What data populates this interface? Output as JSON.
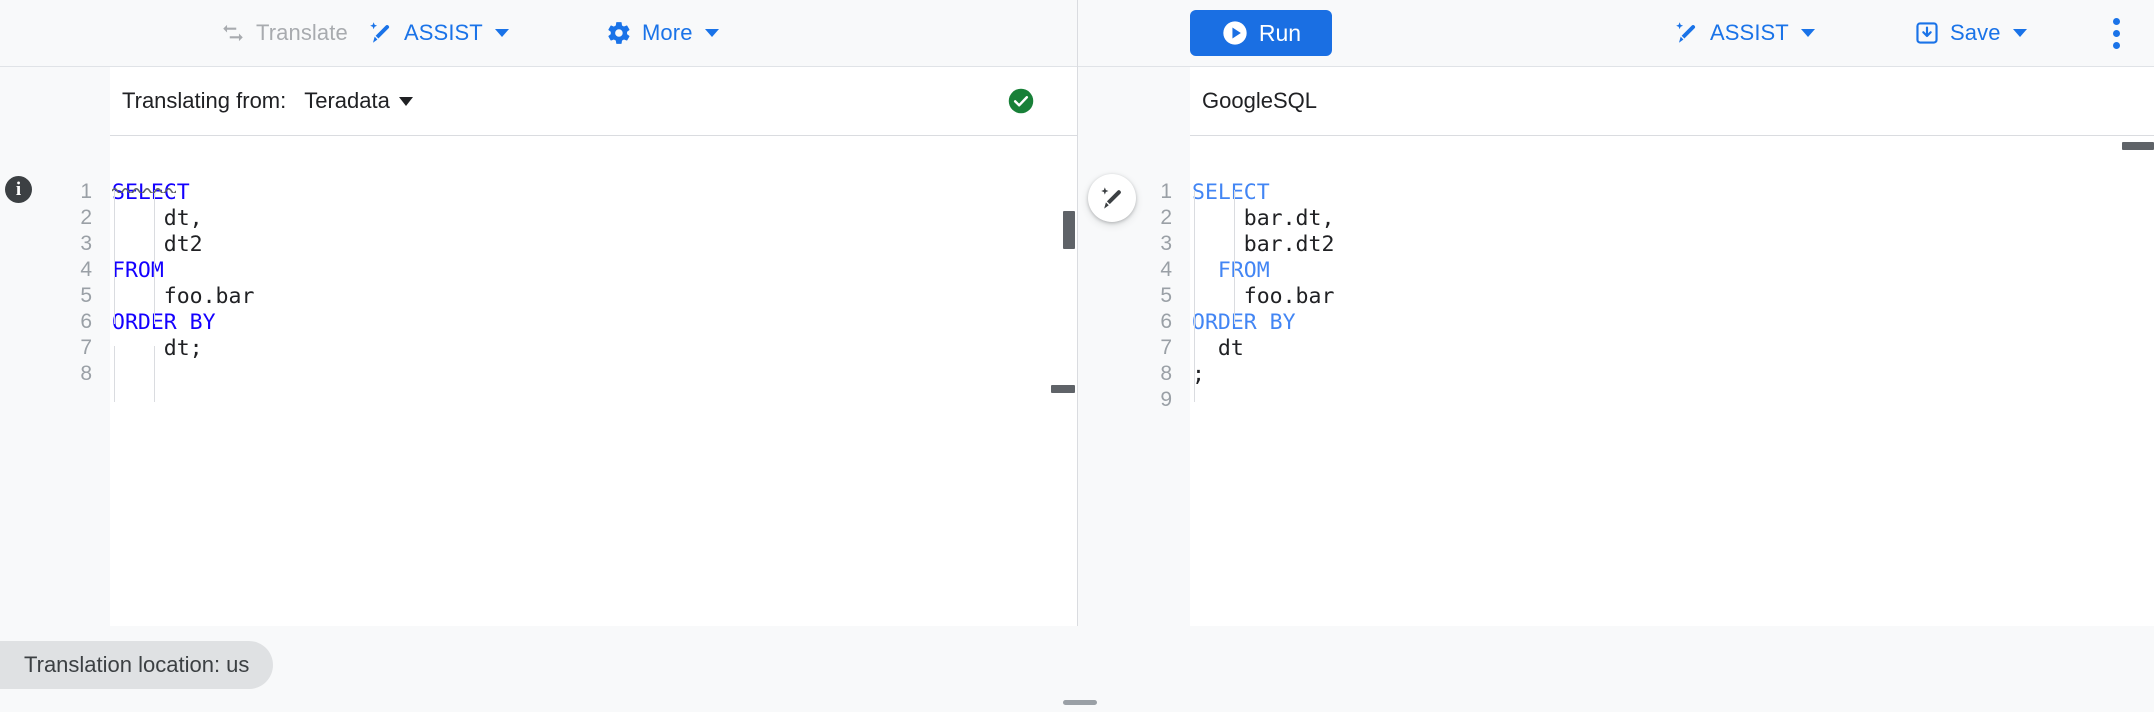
{
  "toolbar": {
    "left": {
      "translate": {
        "label": "Translate",
        "icon": "translate-swap-icon",
        "disabled": true
      },
      "assist": {
        "label": "ASSIST",
        "icon": "magic-wand-icon",
        "caret": true
      },
      "more": {
        "label": "More",
        "icon": "gear-icon",
        "caret": true
      }
    },
    "right": {
      "run": {
        "label": "Run",
        "icon": "play-circle-icon"
      },
      "assist": {
        "label": "ASSIST",
        "icon": "magic-wand-icon",
        "caret": true
      },
      "save": {
        "label": "Save",
        "icon": "save-download-icon",
        "caret": true
      },
      "overflow": {
        "icon": "kebab-menu-icon"
      }
    }
  },
  "left_pane": {
    "header": {
      "label": "Translating from:",
      "dialect": "Teradata",
      "status_icon": "green-check-circle-icon"
    },
    "gutter_icon": "info-icon",
    "line_numbers": [
      "1",
      "2",
      "3",
      "4",
      "5",
      "6",
      "7",
      "8"
    ],
    "code_lines": [
      {
        "indent": 0,
        "tokens": [
          {
            "t": "SELECT",
            "k": "keyword"
          }
        ]
      },
      {
        "indent": 4,
        "tokens": [
          {
            "t": "dt,",
            "k": "plain"
          }
        ]
      },
      {
        "indent": 4,
        "tokens": [
          {
            "t": "dt2",
            "k": "plain"
          }
        ]
      },
      {
        "indent": 0,
        "tokens": [
          {
            "t": "FROM",
            "k": "keyword"
          }
        ]
      },
      {
        "indent": 4,
        "tokens": [
          {
            "t": "foo.bar",
            "k": "plain"
          }
        ]
      },
      {
        "indent": 0,
        "tokens": [
          {
            "t": "ORDER BY",
            "k": "keyword"
          }
        ]
      },
      {
        "indent": 4,
        "tokens": [
          {
            "t": "dt;",
            "k": "plain"
          }
        ]
      },
      {
        "indent": 0,
        "tokens": []
      }
    ]
  },
  "right_pane": {
    "header": {
      "label": "GoogleSQL"
    },
    "fab": {
      "icon": "magic-wand-icon"
    },
    "line_numbers": [
      "1",
      "2",
      "3",
      "4",
      "5",
      "6",
      "7",
      "8",
      "9"
    ],
    "code_lines": [
      {
        "indent": 0,
        "tokens": [
          {
            "t": "SELECT",
            "k": "keyword"
          }
        ]
      },
      {
        "indent": 4,
        "tokens": [
          {
            "t": "bar.dt,",
            "k": "plain"
          }
        ]
      },
      {
        "indent": 4,
        "tokens": [
          {
            "t": "bar.dt2",
            "k": "plain"
          }
        ]
      },
      {
        "indent": 2,
        "tokens": [
          {
            "t": "FROM",
            "k": "keyword"
          }
        ]
      },
      {
        "indent": 4,
        "tokens": [
          {
            "t": "foo.bar",
            "k": "plain"
          }
        ]
      },
      {
        "indent": 0,
        "tokens": [
          {
            "t": "ORDER BY",
            "k": "keyword"
          }
        ]
      },
      {
        "indent": 2,
        "tokens": [
          {
            "t": "dt",
            "k": "plain"
          }
        ]
      },
      {
        "indent": 0,
        "tokens": [
          {
            "t": ";",
            "k": "plain"
          }
        ]
      },
      {
        "indent": 0,
        "tokens": []
      }
    ]
  },
  "status": {
    "location_chip": "Translation location: us"
  },
  "colors": {
    "accent_blue": "#1a73e8",
    "run_blue": "#1a6fe3",
    "keyword_left": "#1400ff",
    "keyword_right": "#4285f4",
    "success_green": "#188038",
    "toolbar_bg": "#f8f9fa",
    "disabled_grey": "#a8abaf"
  }
}
